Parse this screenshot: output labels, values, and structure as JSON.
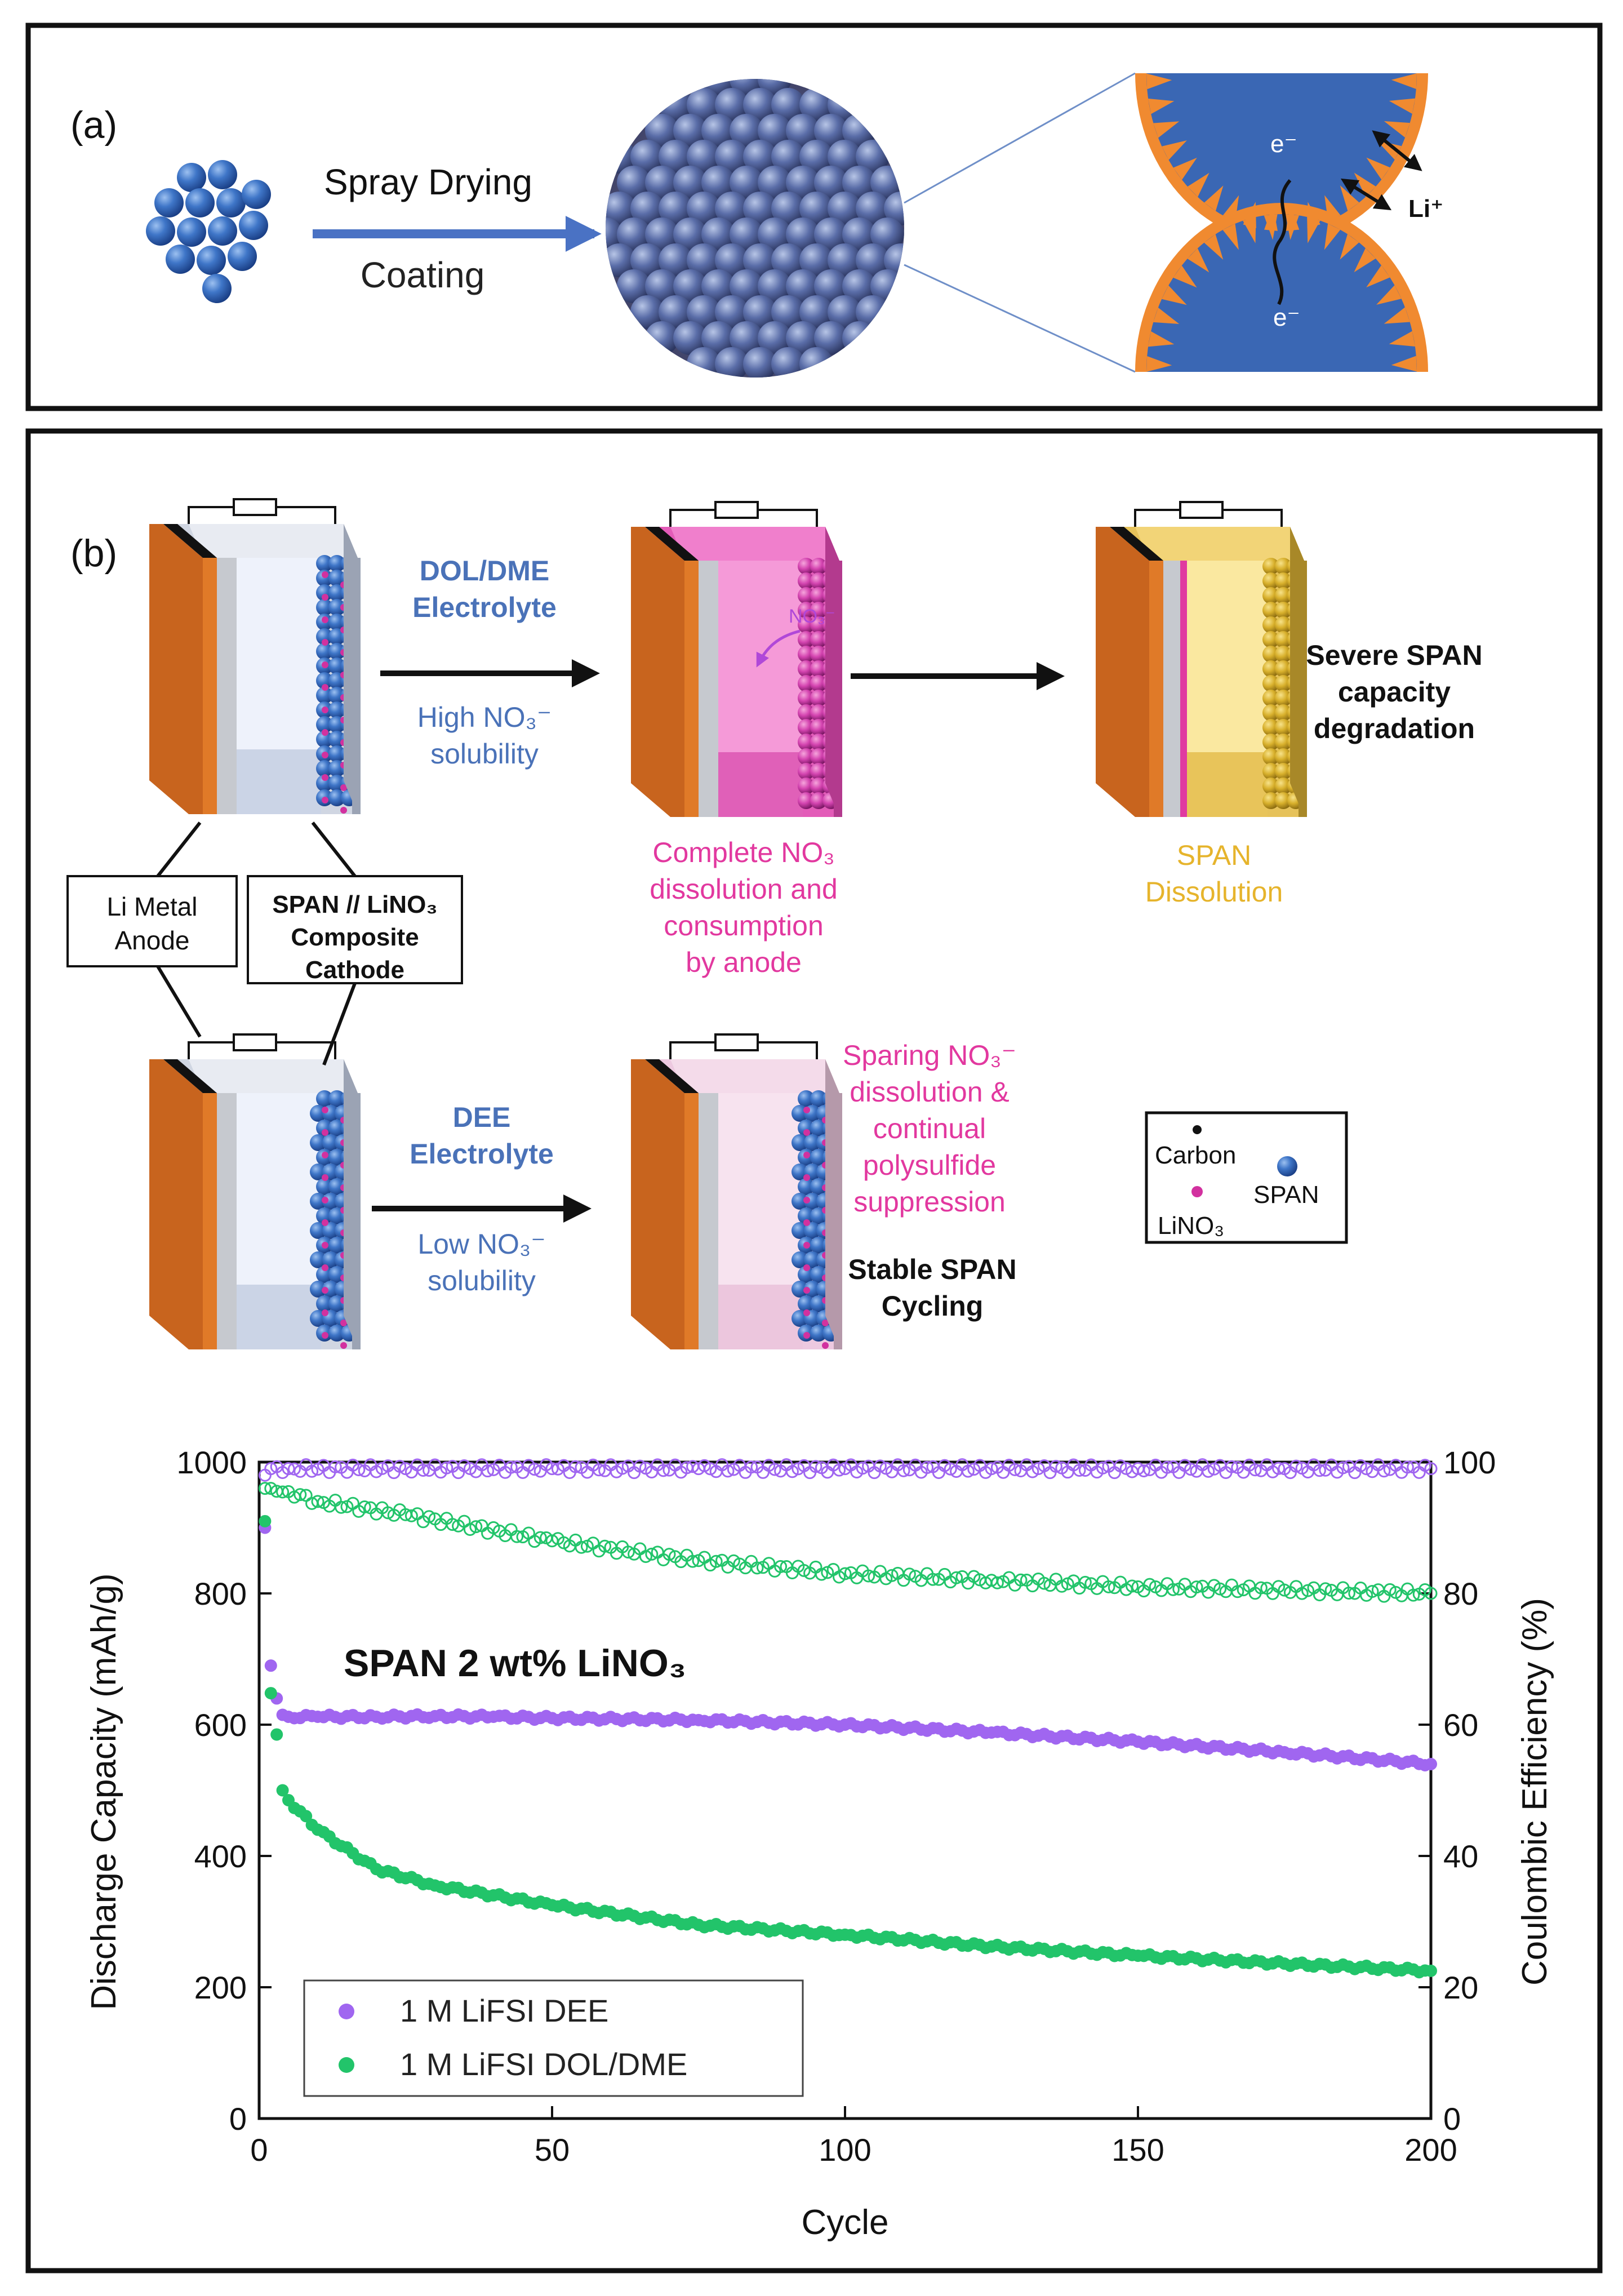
{
  "panel_a": {
    "label": "(a)",
    "arrow_top": "Spray Drying",
    "arrow_bottom": "Coating",
    "electron_top": "e⁻",
    "electron_bottom": "e⁻",
    "li_ion": "Li⁺"
  },
  "panel_b": {
    "label": "(b)",
    "dol_arrow_l1": "DOL/DME",
    "dol_arrow_l2": "Electrolyte",
    "dol_sol_l1": "High NO₃⁻",
    "dol_sol_l2": "solubility",
    "no3_tag": "NO₃⁻",
    "complete_l1": "Complete NO₃",
    "complete_l2": "dissolution and",
    "complete_l3": "consumption",
    "complete_l4": "by anode",
    "severe_l1": "Severe SPAN",
    "severe_l2": "capacity",
    "severe_l3": "degradation",
    "span_diss_l1": "SPAN",
    "span_diss_l2": "Dissolution",
    "anode_l1": "Li Metal",
    "anode_l2": "Anode",
    "cathode_l1": "SPAN // LiNO₃",
    "cathode_l2": "Composite",
    "cathode_l3": "Cathode",
    "dee_arrow_l1": "DEE",
    "dee_arrow_l2": "Electrolyte",
    "dee_sol_l1": "Low NO₃⁻",
    "dee_sol_l2": "solubility",
    "sparing_l1": "Sparing NO₃⁻",
    "sparing_l2": "dissolution &",
    "sparing_l3": "continual",
    "sparing_l4": "polysulfide",
    "sparing_l5": "suppression",
    "stable_l1": "Stable SPAN",
    "stable_l2": "Cycling",
    "legend_carbon": "Carbon",
    "legend_span": "SPAN",
    "legend_lino3": "LiNO₃"
  },
  "colors": {
    "electrolyte_blue": "#4a72b8",
    "nitrate_magenta": "#e2389f",
    "span_gold": "#e6b42c",
    "dee_purple": "#a066f0",
    "dol_green": "#22c46a",
    "li_anode_orange": "#c8641e"
  },
  "chart_data": {
    "type": "scatter",
    "annotation": "SPAN 2 wt% LiNO₃",
    "xlabel": "Cycle",
    "ylabel_left": "Discharge Capacity (mAh/g)",
    "ylabel_right": "Coulombic Efficiency (%)",
    "xlim": [
      0,
      200
    ],
    "ylim_left": [
      0,
      1000
    ],
    "ylim_right": [
      0,
      100
    ],
    "xticks": [
      "0",
      "50",
      "100",
      "150",
      "200"
    ],
    "yticks_left": [
      "0",
      "200",
      "400",
      "600",
      "800",
      "1000"
    ],
    "yticks_right": [
      "0",
      "20",
      "40",
      "60",
      "80",
      "100"
    ],
    "legend_position": "lower-left",
    "grid": false,
    "series": [
      {
        "name": "1 M LiFSI DEE",
        "axis": "left",
        "marker": "filled",
        "x": [
          1,
          2,
          3,
          4,
          5,
          10,
          20,
          30,
          40,
          50,
          75,
          100,
          125,
          150,
          175,
          200
        ],
        "y": [
          900,
          690,
          640,
          615,
          612,
          612,
          612,
          613,
          612,
          610,
          607,
          600,
          588,
          574,
          558,
          540
        ]
      },
      {
        "name": "1 M LiFSI DOL/DME",
        "axis": "left",
        "marker": "filled",
        "x": [
          1,
          2,
          3,
          4,
          5,
          10,
          20,
          30,
          40,
          50,
          75,
          100,
          125,
          150,
          175,
          200
        ],
        "y": [
          910,
          648,
          585,
          500,
          485,
          440,
          380,
          355,
          340,
          325,
          295,
          280,
          262,
          248,
          236,
          225
        ]
      },
      {
        "name": "1 M LiFSI DEE",
        "axis": "right",
        "marker": "open",
        "x": [
          1,
          2,
          5,
          25,
          50,
          75,
          100,
          125,
          150,
          175,
          200
        ],
        "y": [
          98,
          99,
          99,
          99,
          99,
          99,
          99,
          99,
          99,
          99,
          99
        ]
      },
      {
        "name": "1 M LiFSI DOL/DME",
        "axis": "right",
        "marker": "open",
        "x": [
          1,
          2,
          5,
          10,
          25,
          50,
          75,
          100,
          125,
          150,
          175,
          200
        ],
        "y": [
          96,
          96,
          95.5,
          94,
          92,
          88,
          85,
          83,
          82,
          81,
          80.5,
          80
        ]
      }
    ]
  }
}
